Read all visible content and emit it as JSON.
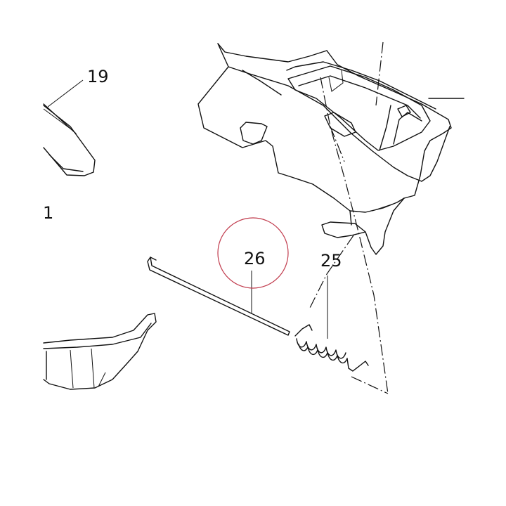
{
  "callouts": {
    "part_19": "19",
    "part_1": "1",
    "part_26": "26",
    "part_25": "25"
  },
  "colors": {
    "line": "#111111",
    "highlight_circle": "#c0394b",
    "background": "#ffffff"
  }
}
